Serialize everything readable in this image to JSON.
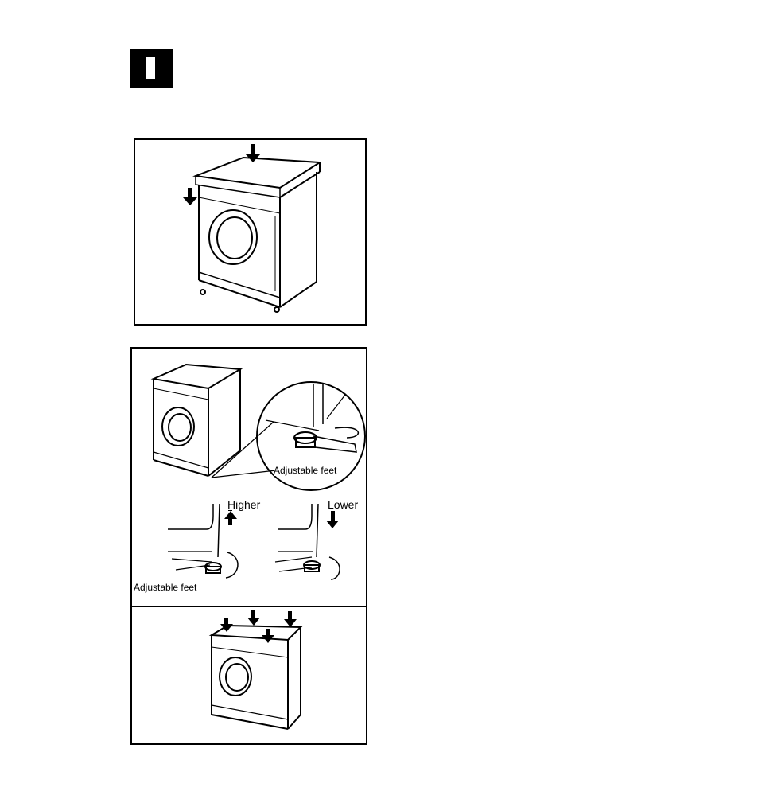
{
  "page": {
    "section_marker": "I"
  },
  "figure_top": {
    "description_icons": [
      "washer-icon",
      "down-arrow-icon"
    ]
  },
  "figure_middle": {
    "callout_label": "Adjustable feet",
    "higher_label": "Higher",
    "lower_label": "Lower",
    "bottom_label": "Adjustable feet"
  },
  "figure_bottom": {
    "icons": [
      "washer-icon",
      "down-arrow-icon"
    ]
  }
}
